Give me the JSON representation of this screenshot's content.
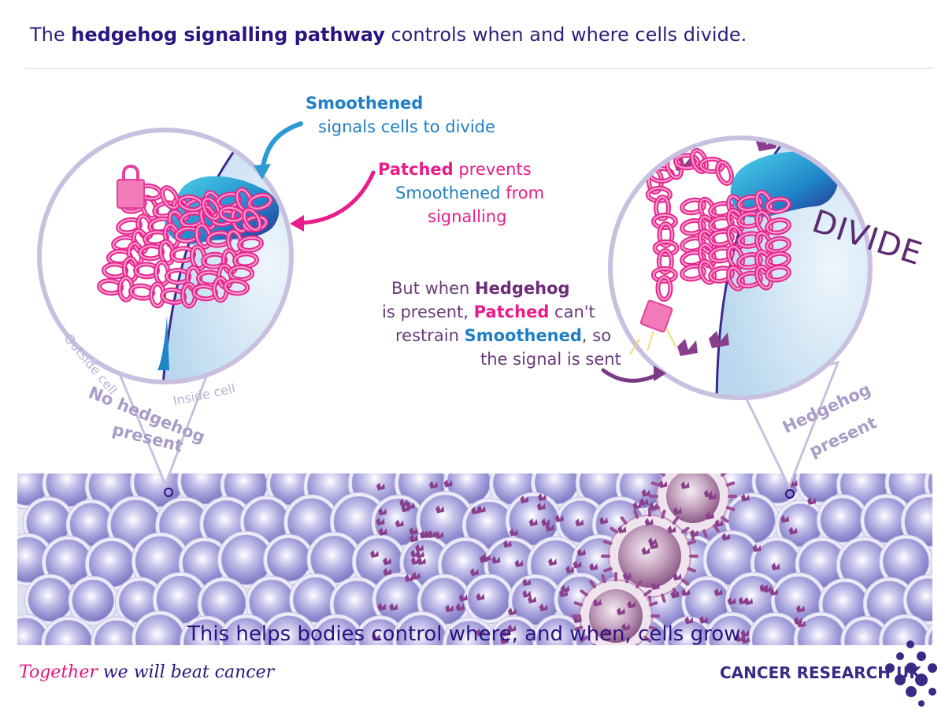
{
  "header": {
    "title_pre": "The ",
    "title_bold": "hedgehog signalling pathway",
    "title_post": " controls when and where cells divide."
  },
  "labels": {
    "smoothened_title": "Smoothened",
    "smoothened_desc": "signals cells to divide",
    "patched_title": "Patched",
    "patched_line1_rest": " prevents",
    "patched_line2_word": "Smoothened",
    "patched_line2_rest": " from",
    "patched_line3": "signalling",
    "hh_line1_pre": "But when ",
    "hh_line1_bold": "Hedgehog",
    "hh_line2_pre": "is present, ",
    "hh_line2_bold": "Patched",
    "hh_line2_post": " can't",
    "hh_line3_pre": "restrain ",
    "hh_line3_bold": "Smoothened",
    "hh_line3_post": ", so",
    "hh_line4": "the signal is sent",
    "divide": "DIVIDE",
    "outside_cell": "Outside cell",
    "inside_cell": "Inside cell",
    "no_hedgehog_1": "No hedgehog",
    "no_hedgehog_2": "present",
    "hedgehog_1": "Hedgehog",
    "hedgehog_2": "present"
  },
  "footer": {
    "caption": "This helps bodies control where, and when, cells grow",
    "tagline_1": "Together",
    "tagline_2": " we will beat cancer",
    "brand": "CANCER RESEARCH UK"
  },
  "colors": {
    "smoothened": "#1f7fc6",
    "patched": "#e81d8a",
    "hedgehog": "#6d2b78",
    "navy": "#2a1480",
    "bubble": "#c9c0e0"
  },
  "icons": [
    "chain-icon",
    "padlock-icon",
    "hedgehog-protein-icon",
    "cell-icon",
    "arrow-icon",
    "brand-dots-icon"
  ]
}
